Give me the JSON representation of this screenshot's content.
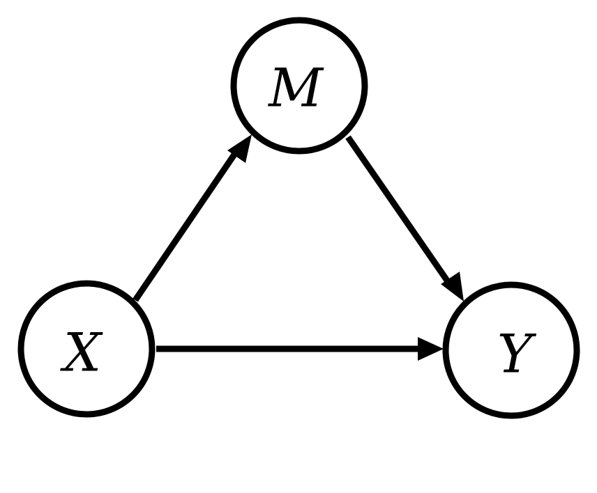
{
  "diagram": {
    "nodes": [
      {
        "id": "X",
        "label": "X"
      },
      {
        "id": "M",
        "label": "M"
      },
      {
        "id": "Y",
        "label": "Y"
      }
    ],
    "edges": [
      {
        "from": "X",
        "to": "M"
      },
      {
        "from": "M",
        "to": "Y"
      },
      {
        "from": "X",
        "to": "Y"
      }
    ]
  }
}
